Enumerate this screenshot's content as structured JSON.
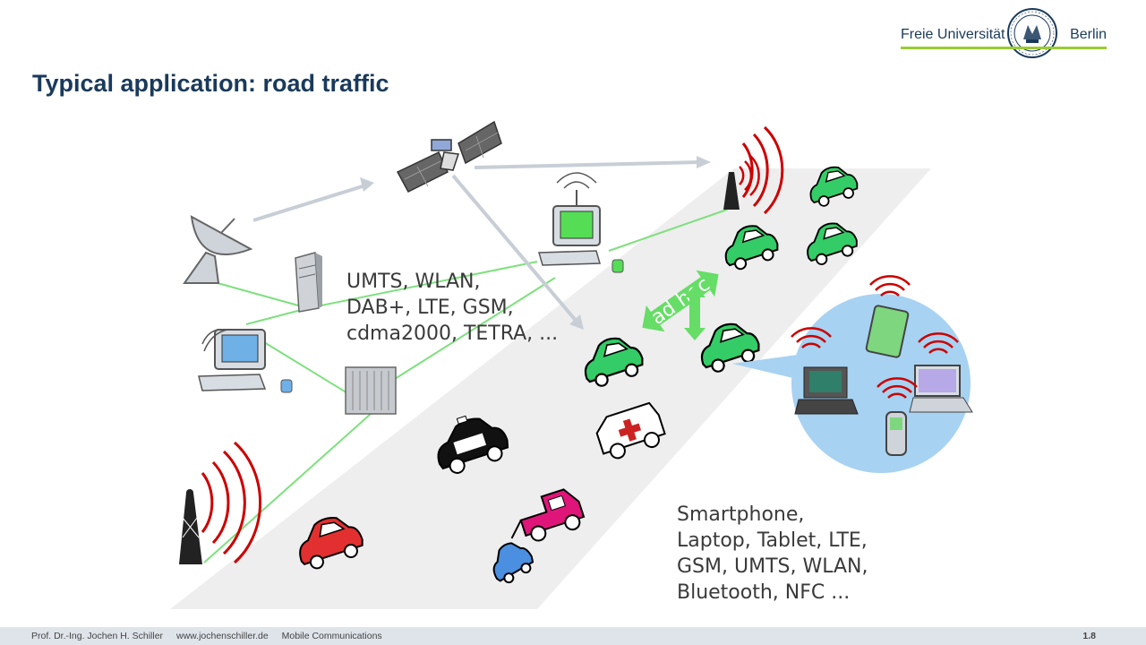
{
  "logo": {
    "left_text": "Freie Universität",
    "right_text": "Berlin"
  },
  "slide": {
    "title": "Typical application: road traffic",
    "network_text": "UMTS, WLAN,\nDAB+, LTE, GSM,\ncdma2000, TETRA, ...",
    "devices_text": "Smartphone,\nLaptop, Tablet, LTE,\nGSM, UMTS, WLAN,\nBluetooth, NFC ...",
    "adhoc_label": "ad hoc"
  },
  "footer": {
    "author": "Prof. Dr.-Ing. Jochen H. Schiller",
    "website": "www.jochenschiller.de",
    "course": "Mobile Communications",
    "page": "1.8"
  },
  "colors": {
    "title": "#1a3a5c",
    "accent_green": "#99cc33",
    "car_green": "#33cc66",
    "signal_red": "#cc0000",
    "road": "#eeeeee",
    "footer_bg": "#dfe4ea"
  }
}
